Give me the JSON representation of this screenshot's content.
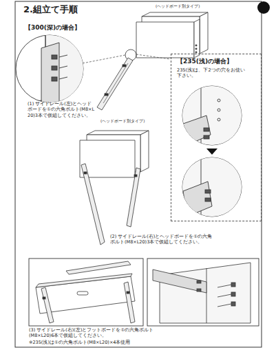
{
  "diagram": {
    "title": "2.組立て手順",
    "nodes": [
      {
        "text": [
          "【235(浅)の場合】",
          "235(浅)は、下2つの穴をお使い下さい。"
        ]
      }
    ],
    "labels": [
      "【300(深)の場合】",
      "(ヘッドボード別タイプ)",
      "(1) サイドレール(左)とヘッドボードを①の六角ボルト(M8×L20)3本で仮組してください。",
      "(ヘッドボード別タイプ)",
      "(2) サイドレール(右)とヘッドボードを①の六角ボルト(M8×L20)3本で仮組してください。",
      "(3) サイドレール(右)(左)とフットボードを①の六角ボルト(M8×L20)6本で仮組してください。",
      "※235(浅)は①の六角ボルト(M8×L20)×4本使用"
    ]
  }
}
